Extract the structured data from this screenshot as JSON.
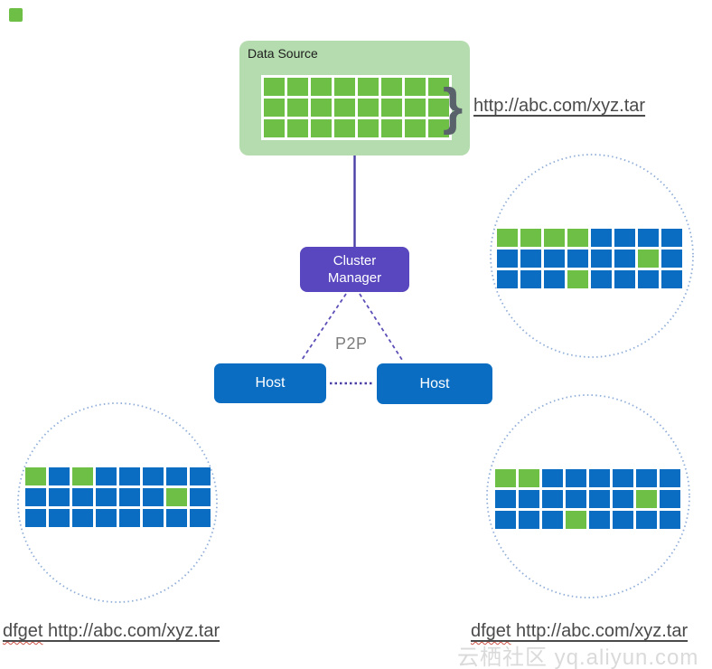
{
  "colors": {
    "green": "#6dbf45",
    "light_green": "#b5dcae",
    "blue": "#0b6dc1",
    "purple": "#5847be",
    "line_purple": "#4a3fa5",
    "dashed_purple": "#5c50b8",
    "circle_border": "#8fadd8",
    "squiggle_red": "#cd5246",
    "watermark": "#dadada",
    "text_dark": "#4a4a4a"
  },
  "data_source": {
    "title": "Data Source",
    "brace": "}",
    "url": "http://abc.com/xyz.tar"
  },
  "cluster_manager": {
    "line1": "Cluster",
    "line2": "Manager"
  },
  "p2p": {
    "label": "P2P"
  },
  "hosts": {
    "left": "Host",
    "right": "Host"
  },
  "commands": {
    "left": {
      "cmd": "dfget",
      "args": " http://abc.com/xyz.tar"
    },
    "right": {
      "cmd": "dfget",
      "args": " http://abc.com/xyz.tar"
    }
  },
  "watermark": {
    "text": "云栖社区 yq.aliyun.com"
  },
  "grids": {
    "source": {
      "rows": [
        [
          "g",
          "g",
          "g",
          "g",
          "g",
          "g",
          "g",
          "g"
        ],
        [
          "g",
          "g",
          "g",
          "g",
          "g",
          "g",
          "g",
          "g"
        ],
        [
          "g",
          "g",
          "g",
          "g",
          "g",
          "g",
          "g",
          "g"
        ]
      ]
    },
    "top_right": {
      "rows": [
        [
          "g",
          "g",
          "g",
          "g",
          "b",
          "b",
          "b",
          "b"
        ],
        [
          "b",
          "b",
          "b",
          "b",
          "b",
          "b",
          "g",
          "b"
        ],
        [
          "b",
          "b",
          "b",
          "g",
          "b",
          "b",
          "b",
          "b"
        ]
      ]
    },
    "bottom_left": {
      "rows": [
        [
          "g",
          "b",
          "g",
          "b",
          "b",
          "b",
          "b",
          "b"
        ],
        [
          "b",
          "b",
          "b",
          "b",
          "b",
          "b",
          "g",
          "b"
        ],
        [
          "b",
          "b",
          "b",
          "b",
          "b",
          "b",
          "b",
          "b"
        ]
      ]
    },
    "bottom_right": {
      "rows": [
        [
          "g",
          "g",
          "b",
          "b",
          "b",
          "b",
          "b",
          "b"
        ],
        [
          "b",
          "b",
          "b",
          "b",
          "b",
          "b",
          "g",
          "b"
        ],
        [
          "b",
          "b",
          "b",
          "g",
          "b",
          "b",
          "b",
          "b"
        ]
      ]
    }
  }
}
